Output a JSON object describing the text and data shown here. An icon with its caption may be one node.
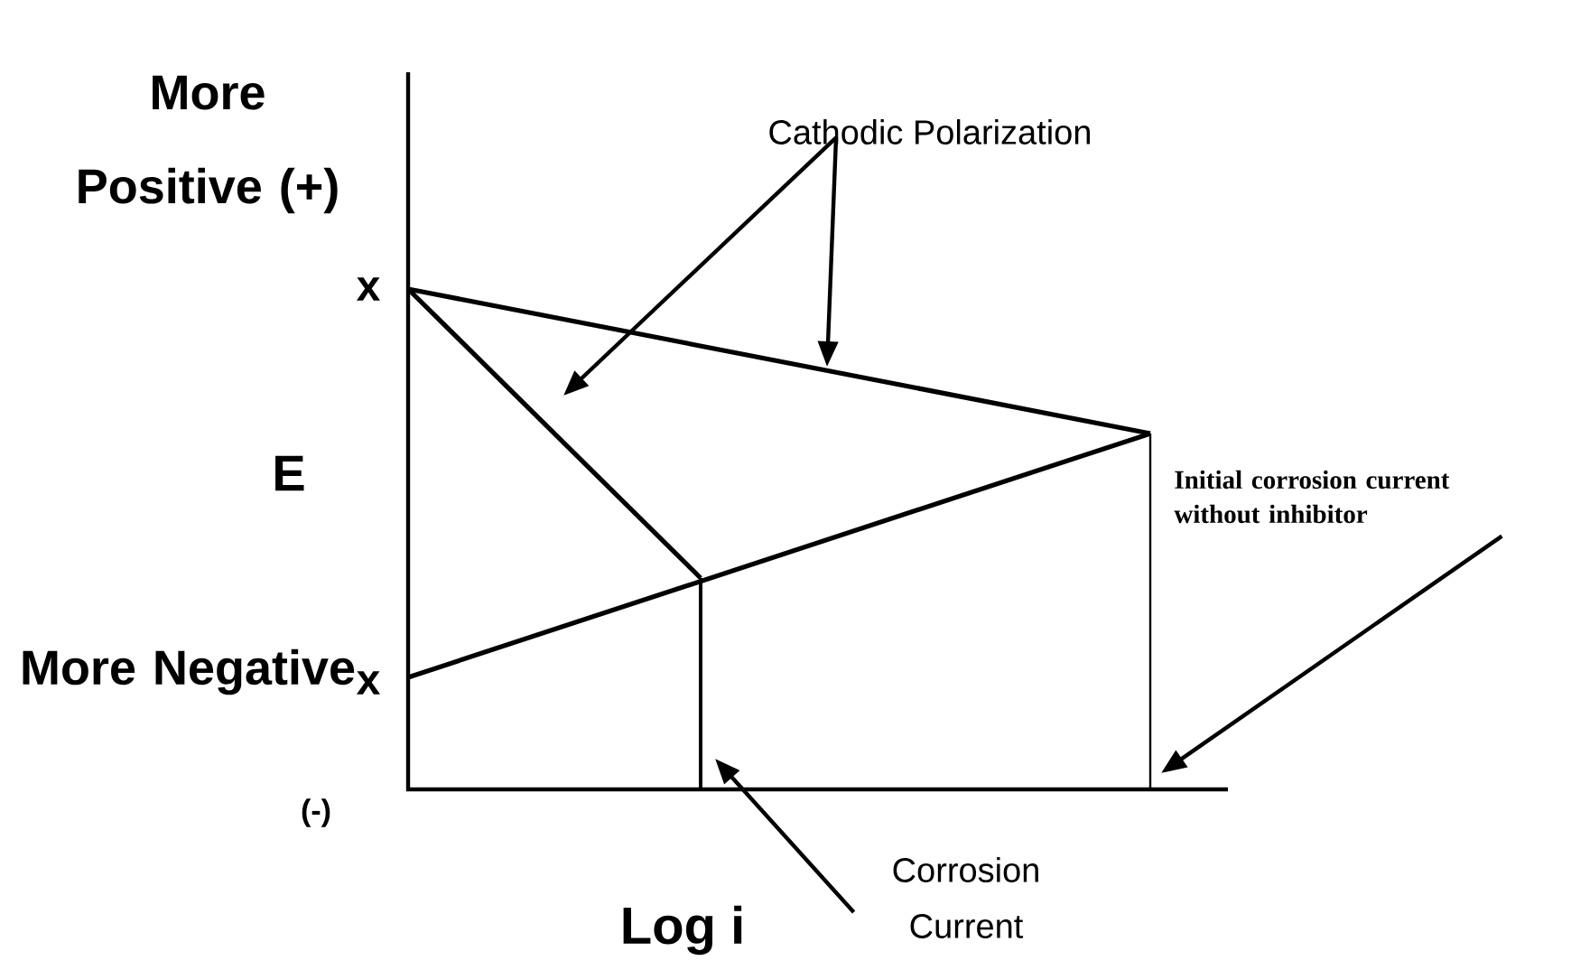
{
  "diagram": {
    "nodes": [
      {
        "text": [
          "Cathodic Polarization"
        ]
      },
      {
        "text": [
          "Initial corrosion current without inhibitor"
        ]
      },
      {
        "text": [
          "Corrosion Current"
        ]
      }
    ],
    "edges": [
      {
        "from": 0,
        "to": null,
        "arrow": "to"
      },
      {
        "from": 0,
        "to": null,
        "arrow": "to"
      },
      {
        "from": 1,
        "to": null,
        "arrow": "to"
      },
      {
        "from": 2,
        "to": null,
        "arrow": "to"
      }
    ],
    "labels": [
      "More Positive (+)",
      "x",
      "E",
      "More Negative",
      "x",
      "(-)",
      "Log i"
    ]
  }
}
